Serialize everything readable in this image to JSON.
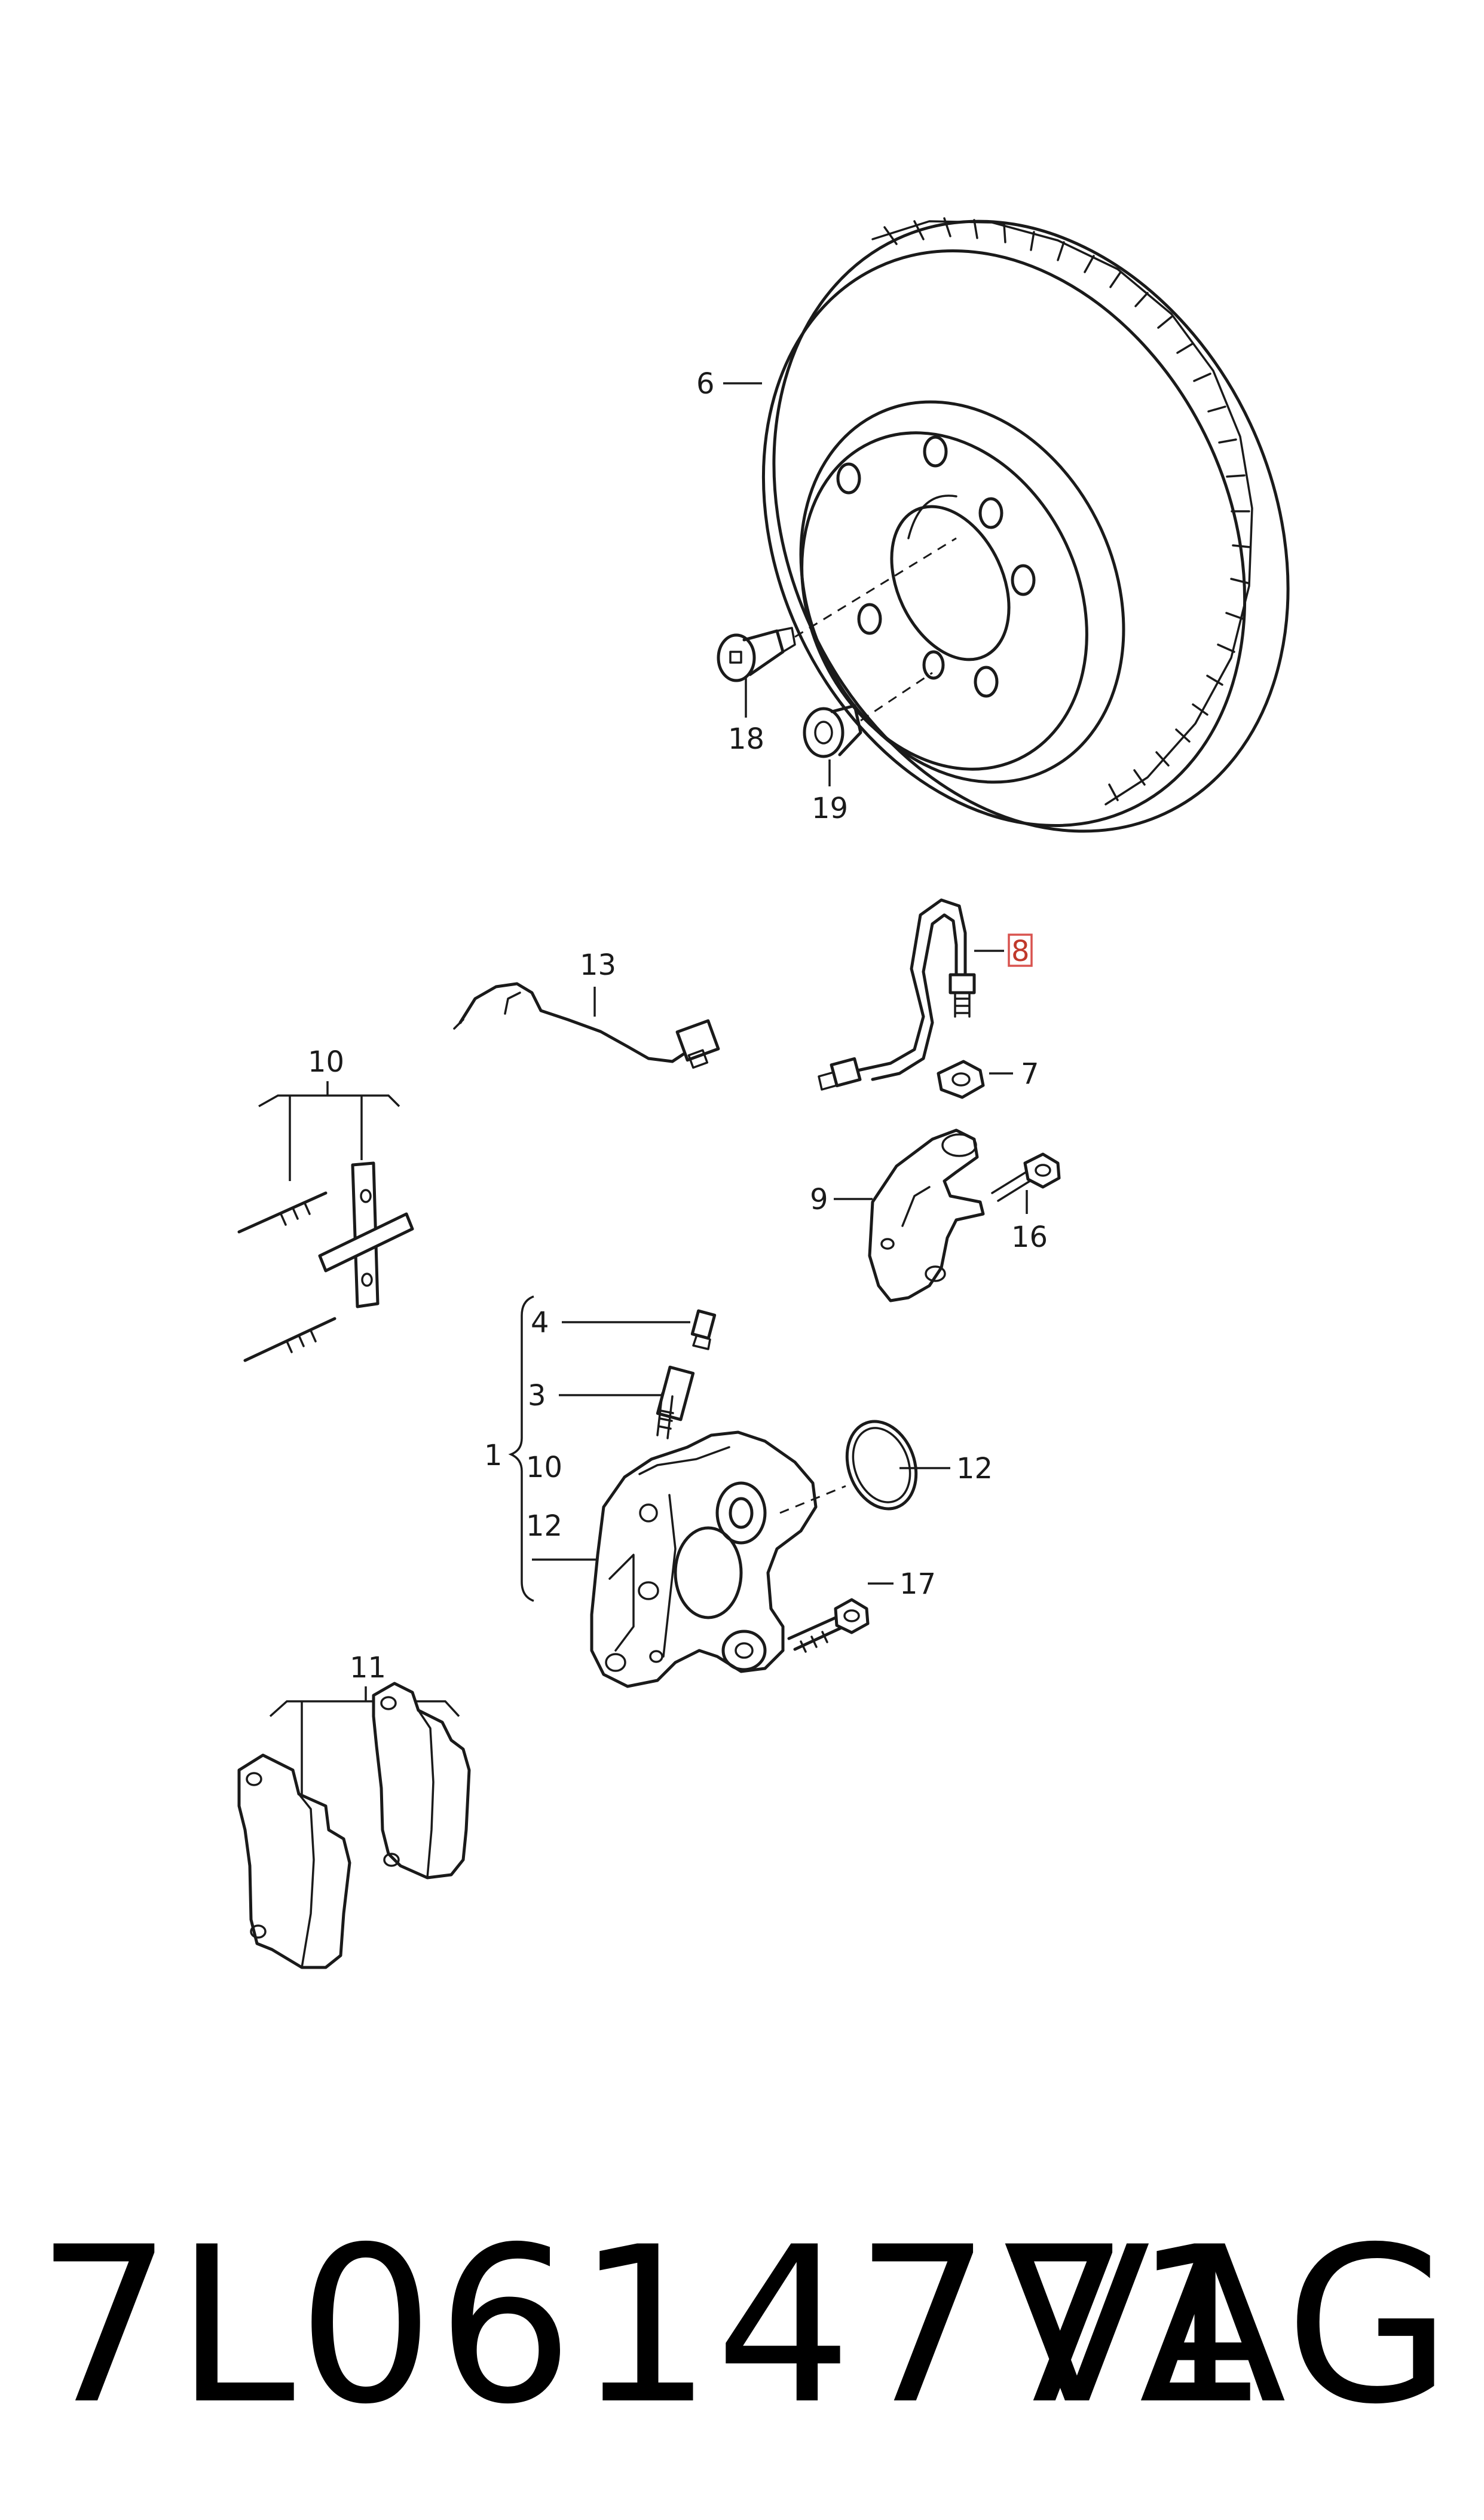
{
  "diagram": {
    "labels": {
      "brake_assembly_group": "1",
      "guide_pin": "3",
      "bleeder_valve": "4",
      "brake_disc": "6",
      "clip": "7",
      "brake_hose": "8",
      "bracket": "9",
      "pad_retainer_group": "10",
      "brake_pads": "11",
      "seal_ring": "12",
      "wear_sensor": "13",
      "bracket_bolt": "16",
      "caliper_bolt": "17",
      "disc_screw": "18",
      "disc_plug": "19",
      "group_item_10": "10",
      "group_item_12": "12"
    },
    "highlighted_label": "8",
    "highlight_color": "#d9534f"
  },
  "footer": {
    "part_number": "7L0614771",
    "brand": "VAG"
  }
}
